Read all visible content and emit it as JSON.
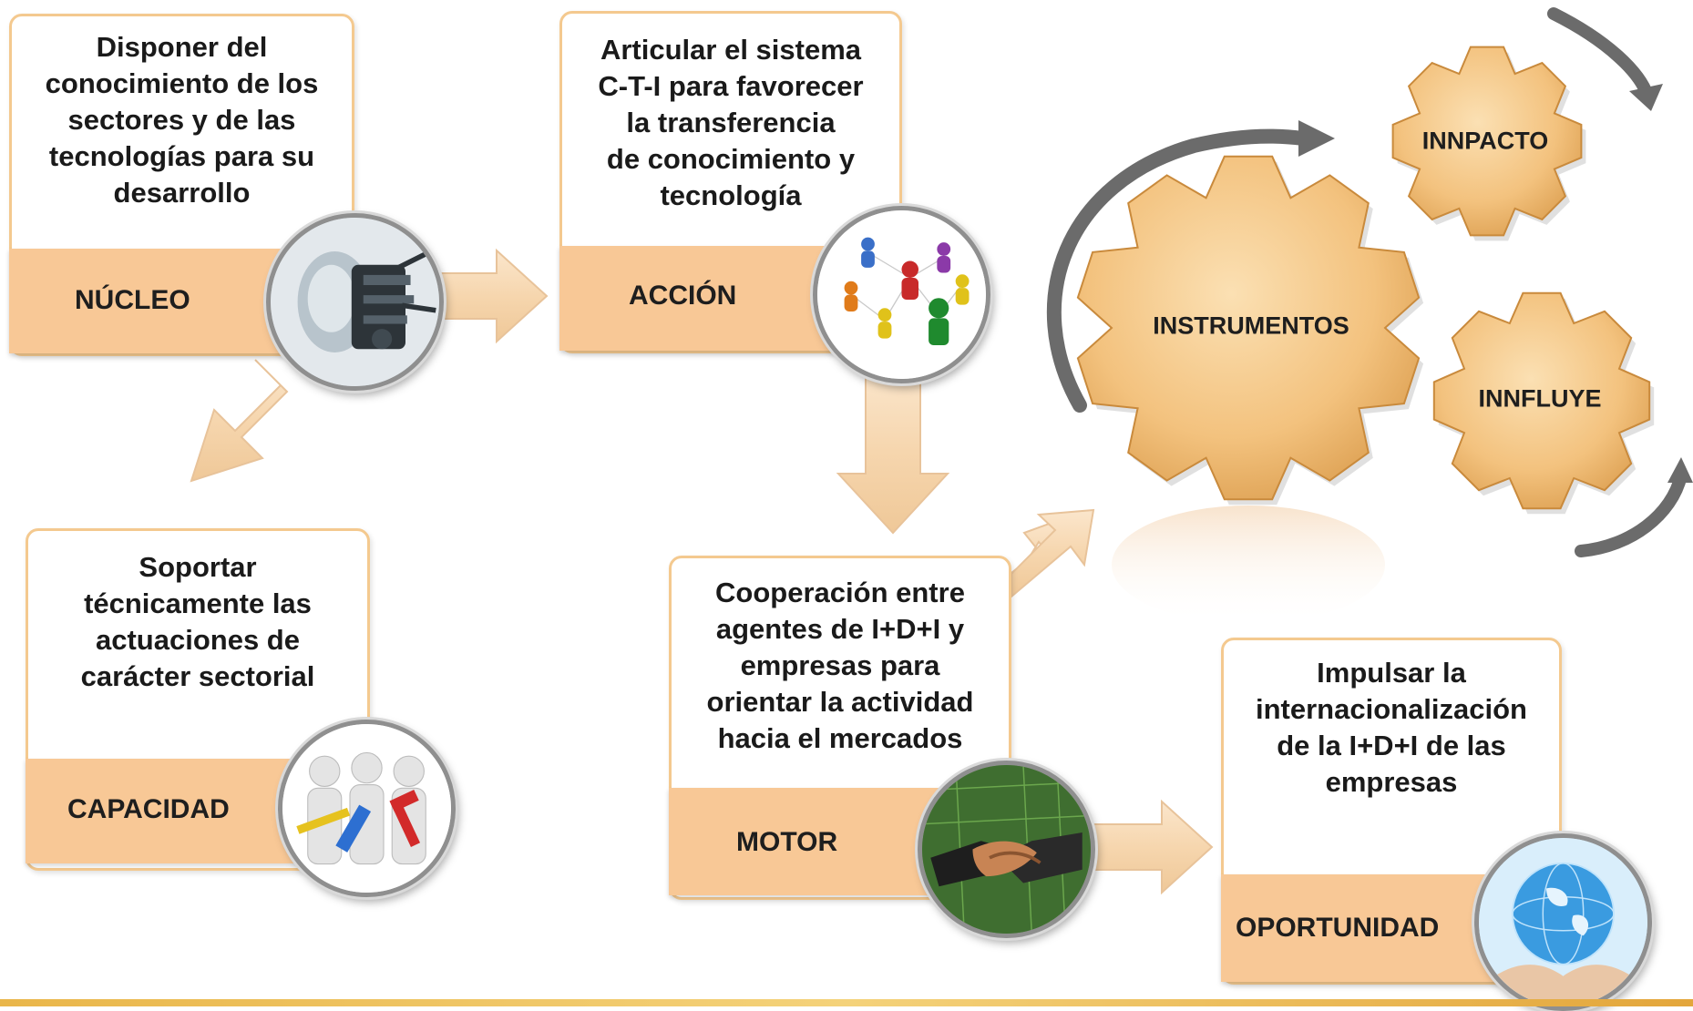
{
  "cards": {
    "nucleo": {
      "text": "Disponer del\nconocimiento de los\nsectores y de las\ntecnologías  para su\ndesarrollo",
      "label": "NÚCLEO"
    },
    "accion": {
      "text": "Articular el sistema\nC-T-I para favorecer\nla transferencia\nde conocimiento y\ntecnología",
      "label": "ACCIÓN"
    },
    "capacidad": {
      "text": "Soportar\ntécnicamente las\nactuaciones de\ncarácter sectorial",
      "label": "CAPACIDAD"
    },
    "motor": {
      "text": "Cooperación entre\nagentes de I+D+I y\nempresas para\norientar la actividad\nhacia el mercados",
      "label": "MOTOR"
    },
    "oportunidad": {
      "text": "Impulsar la\ninternacionalización\nde la I+D+I de las\nempresas",
      "label": "OPORTUNIDAD"
    }
  },
  "gears": {
    "instrumentos": "INSTRUMENTOS",
    "innpacto": "INNPACTO",
    "innfluye": "INNFLUYE"
  },
  "images": {
    "nucleo": "robot-head-image",
    "accion": "people-network-image",
    "capacidad": "workers-with-tools-image",
    "motor": "handshake-image",
    "oportunidad": "globe-in-hands-image"
  },
  "colors": {
    "card_border": "#f4c98f",
    "band_fill": "#f8c896",
    "arrow_fill": "#f6d8b2",
    "gear_fill": "#f4c887",
    "cycle_arrow": "#6b6b6b"
  }
}
